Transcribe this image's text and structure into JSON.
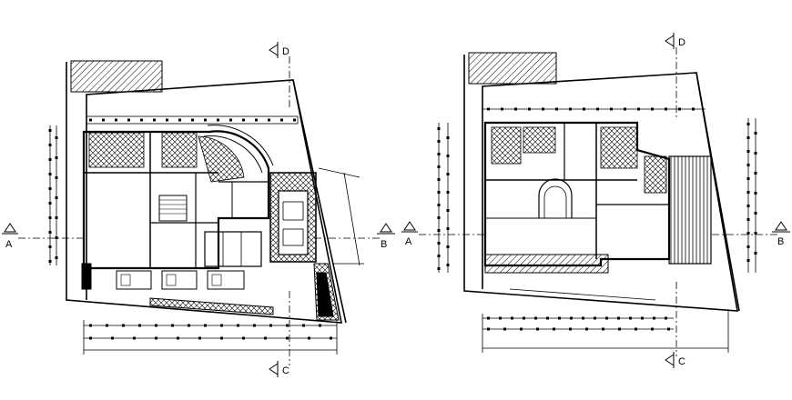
{
  "colors": {
    "line": "#000000",
    "background": "#ffffff"
  },
  "section_markers": {
    "left_plan": {
      "top": "D",
      "bottom": "C",
      "left": "A",
      "right": "B"
    },
    "right_plan": {
      "top": "D",
      "bottom": "C",
      "left": "A",
      "right": "B"
    }
  }
}
